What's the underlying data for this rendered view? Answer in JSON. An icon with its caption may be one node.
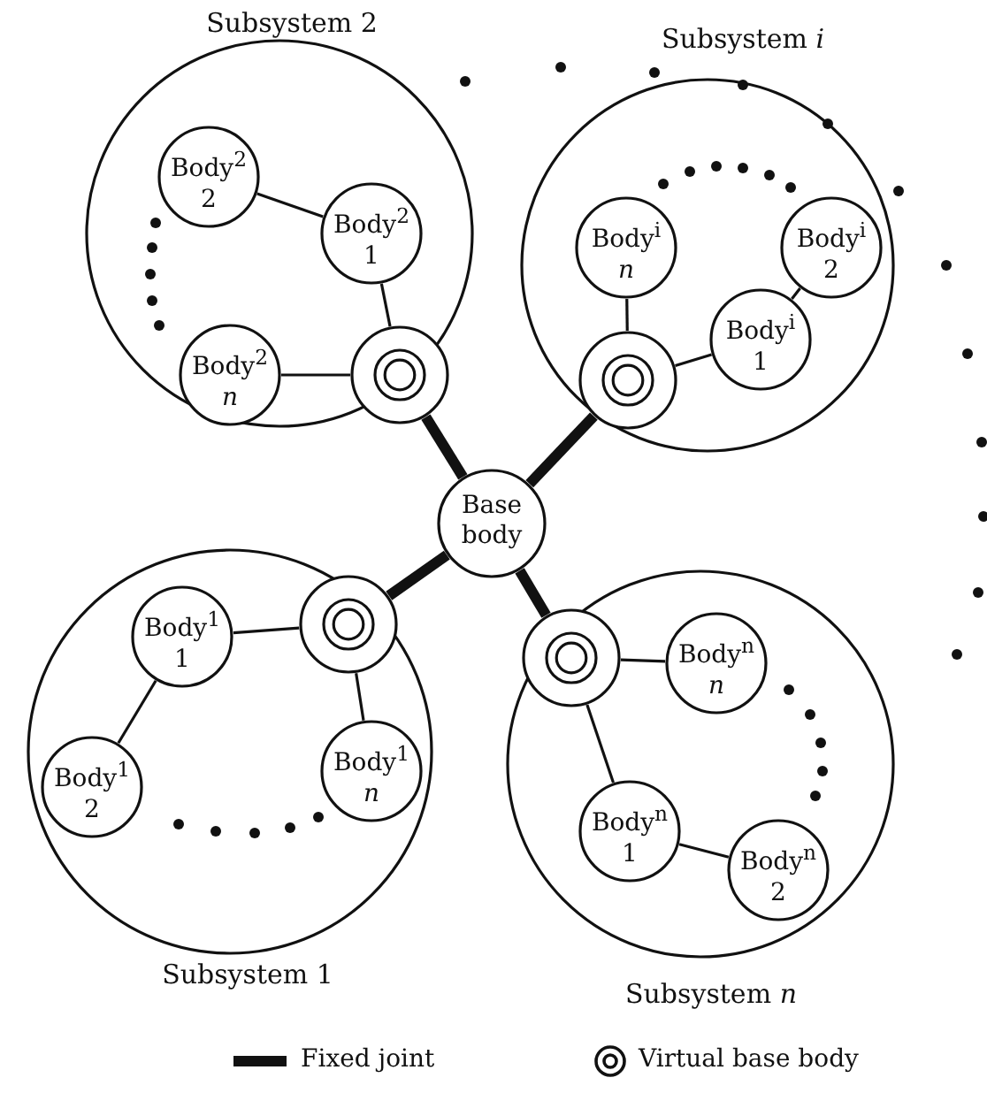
{
  "diagram": {
    "nodes": [
      {
        "text": [
          "Subsystem 2"
        ]
      },
      {
        "text": [
          "Body$^{2}$ 2"
        ],
        "in": 0
      },
      {
        "text": [
          "Body$^{2}$ 1"
        ],
        "in": 0
      },
      {
        "text": [
          "Body$^{2}$ *n*"
        ],
        "in": 0
      },
      {
        "text": [],
        "shape": "circle",
        "in": 0
      },
      {
        "text": [
          "Subsystem *i*"
        ]
      },
      {
        "text": [
          "Body$^{i}$ *n*"
        ],
        "in": 5
      },
      {
        "text": [
          "Body$^{i}$ 2"
        ],
        "in": 5
      },
      {
        "text": [
          "Body$^{i}$ 1"
        ],
        "in": 5
      },
      {
        "text": [],
        "shape": "circle",
        "in": 5
      },
      {
        "text": [
          "Base body"
        ]
      },
      {
        "text": [
          "Subsystem 1"
        ]
      },
      {
        "text": [
          "Body$^{1}$ 1"
        ],
        "in": 11
      },
      {
        "text": [],
        "shape": "circle",
        "in": 11
      },
      {
        "text": [
          "Body$^{1}$ 2"
        ],
        "in": 11
      },
      {
        "text": [
          "Body$^{1}$ *n*"
        ],
        "in": 11
      },
      {
        "text": [
          "Subsystem *n*"
        ]
      },
      {
        "text": [],
        "shape": "circle",
        "in": 16
      },
      {
        "text": [
          "Body$^{n}$ *n*"
        ],
        "in": 16
      },
      {
        "text": [
          "Body$^{n}$ 1"
        ],
        "in": 16
      },
      {
        "text": [
          "Body$^{n}$ 2"
        ],
        "in": 16
      }
    ],
    "edges": [
      {
        "from": 1,
        "to": 2,
        "arrow": "none"
      },
      {
        "from": 2,
        "to": 4,
        "arrow": "none"
      },
      {
        "from": 3,
        "to": 4,
        "arrow": "none"
      },
      {
        "from": 4,
        "to": 10,
        "arrow": "none",
        "style": "thick"
      },
      {
        "from": 9,
        "to": 10,
        "arrow": "none",
        "style": "thick"
      },
      {
        "from": 13,
        "to": 10,
        "arrow": "none",
        "style": "thick"
      },
      {
        "from": 17,
        "to": 10,
        "arrow": "none",
        "style": "thick"
      },
      {
        "from": 6,
        "to": 9,
        "arrow": "none"
      },
      {
        "from": 9,
        "to": 8,
        "arrow": "none"
      },
      {
        "from": 8,
        "to": 7,
        "arrow": "none"
      },
      {
        "from": 12,
        "to": 13,
        "arrow": "none"
      },
      {
        "from": 12,
        "to": 14,
        "arrow": "none"
      },
      {
        "from": 13,
        "to": 15,
        "arrow": "none"
      },
      {
        "from": 17,
        "to": 18,
        "arrow": "none"
      },
      {
        "from": 17,
        "to": 19,
        "arrow": "none"
      },
      {
        "from": 19,
        "to": 20,
        "arrow": "none"
      }
    ],
    "legend": [
      {
        "text": "Fixed joint"
      },
      {
        "text": "Virtual base body"
      }
    ]
  }
}
